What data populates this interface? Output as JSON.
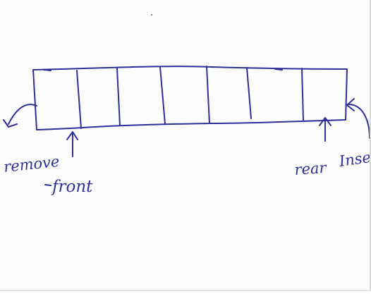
{
  "diagram": {
    "ink_color": "#2f2f9a",
    "cell_count": 7,
    "labels": {
      "remove": "remove",
      "front": "front",
      "rear": "rear",
      "insert": "Inse"
    }
  }
}
